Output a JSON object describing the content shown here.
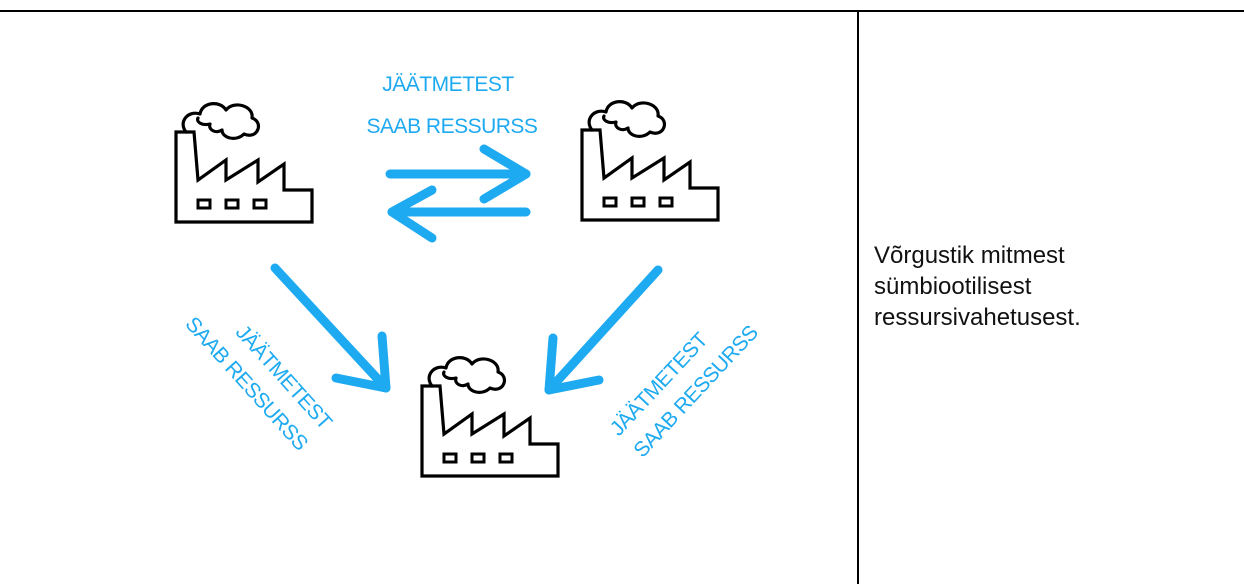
{
  "colors": {
    "accent": "#1eaaf1",
    "line": "#000000",
    "text": "#111111"
  },
  "icons": {
    "factory": "factory-icon",
    "arrow": "arrow-icon"
  },
  "diagram": {
    "top_label": {
      "line1": "JÄÄTMETEST",
      "line2": "SAAB RESSURSS"
    },
    "left_label": {
      "line1": "JÄÄTMETEST",
      "line2": "SAAB RESSURSS"
    },
    "right_label": {
      "line1": "JÄÄTMETEST",
      "line2": "SAAB RESSURSS"
    }
  },
  "caption": {
    "line1": "Võrgustik mitmest",
    "line2": "sümbiootilisest",
    "line3": "ressursivahetusest."
  }
}
